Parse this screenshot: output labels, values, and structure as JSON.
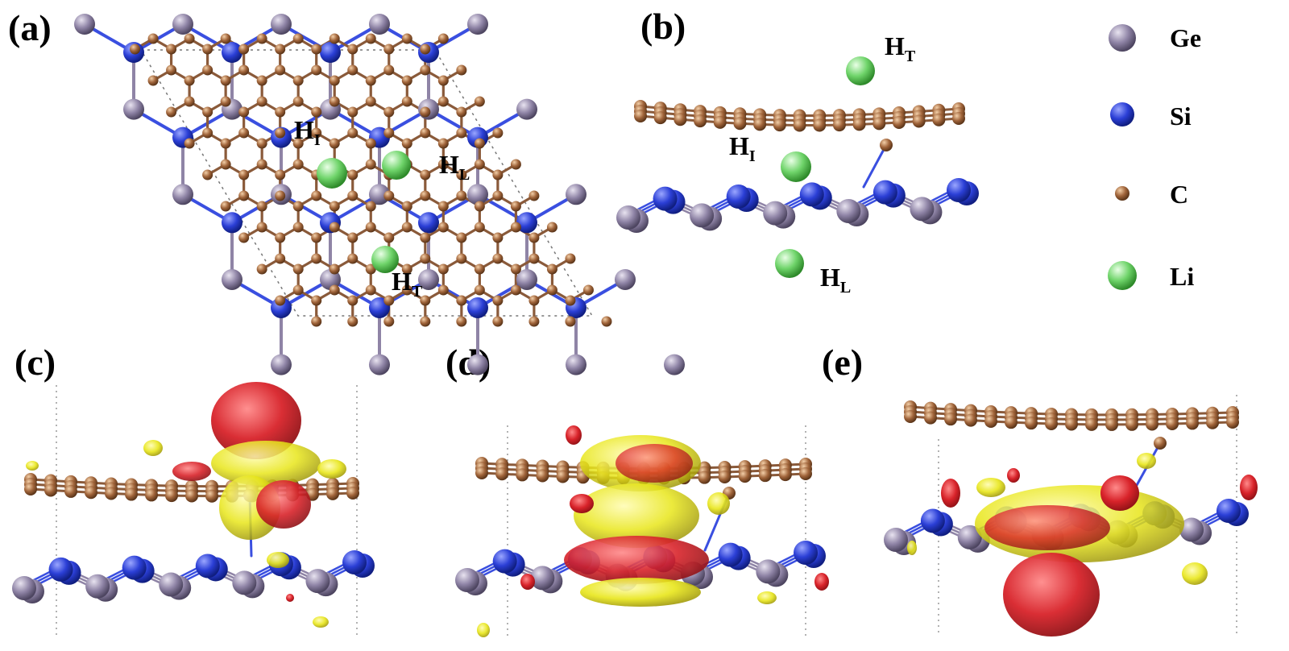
{
  "panels": {
    "a": "(a)",
    "b": "(b)",
    "c": "(c)",
    "d": "(d)",
    "e": "(e)"
  },
  "sites": {
    "main": "H",
    "top_sub": "T",
    "interlayer_sub": "I",
    "lower_sub": "L"
  },
  "legend": [
    {
      "label": "Ge",
      "color": "#8f84a6"
    },
    {
      "label": "Si",
      "color": "#2b3fd6"
    },
    {
      "label": "C",
      "color": "#a0643a"
    },
    {
      "label": "Li",
      "color": "#6fd46a"
    }
  ],
  "colors": {
    "germanium": "#8f84a6",
    "silicon": "#2b3fd6",
    "carbon": "#a0643a",
    "carbon_bond": "#8a5a3a",
    "lithium": "#6fd46a",
    "charge_gain": "#e8e61a",
    "charge_loss": "#d8232a"
  }
}
